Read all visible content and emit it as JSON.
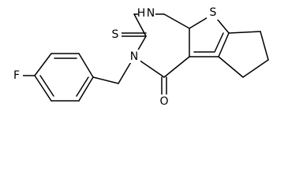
{
  "molecule": {
    "atom_labels": {
      "fluorine": "F",
      "ring_nh": "N",
      "ring_nh_h": "H",
      "ring_n": "N",
      "thione_s": "S",
      "thiophene_s": "S",
      "carbonyl_o": "O"
    }
  }
}
